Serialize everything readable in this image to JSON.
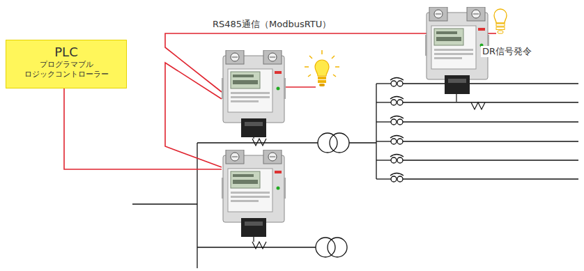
{
  "diagram": {
    "nodes": [
      {
        "text": [
          "PLC",
          "プログラマブル ロジックコントローラー"
        ]
      }
    ],
    "labels": [
      "RS485通信（ModbusRTU）",
      "DR信号発令"
    ]
  }
}
